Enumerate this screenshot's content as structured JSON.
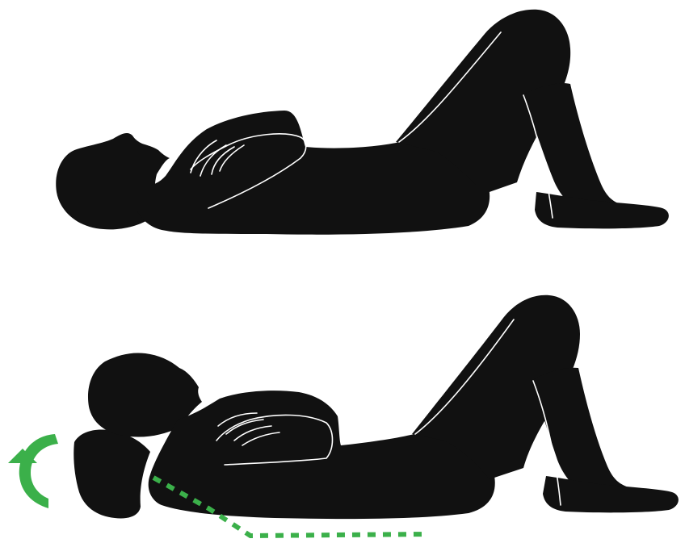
{
  "figures": [
    {
      "pose": "lying-supine-knees-bent",
      "head_support": "none"
    },
    {
      "pose": "lying-supine-knees-bent",
      "head_support": "rolled-towel"
    }
  ],
  "indicators": {
    "rotation_arrow_icon": "curved-arrow-icon",
    "spine_line": "dashed-spine-line"
  },
  "colors": {
    "figure": "#111111",
    "outline": "#ffffff",
    "accent": "#3bb04a",
    "background": "#ffffff"
  }
}
